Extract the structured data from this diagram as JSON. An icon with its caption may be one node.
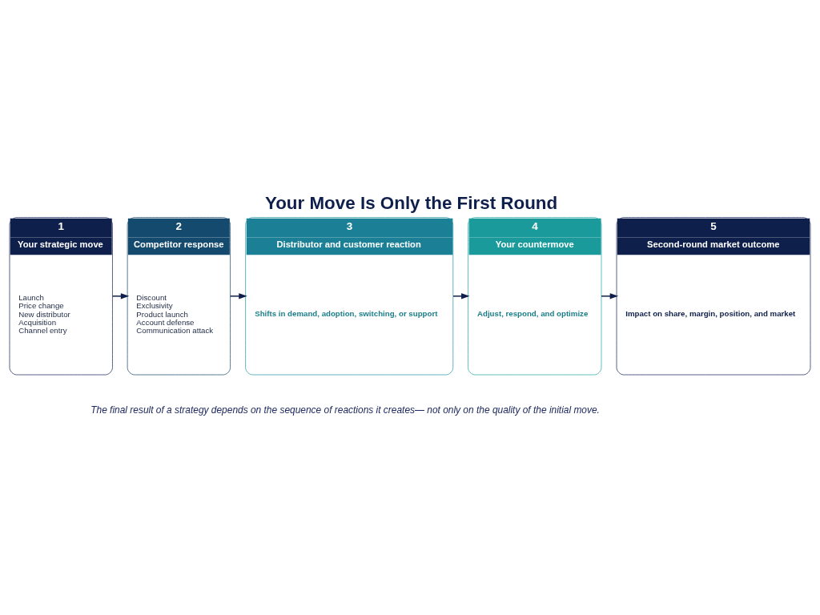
{
  "diagram": {
    "title": "Your Move Is Only the First Round",
    "caption": "The final result of a strategy depends on the sequence of reactions it creates— not only on the quality of the initial move.",
    "nodes": [
      {
        "text": [
          "1",
          "Your strategic move",
          "Launch",
          "Price change",
          "New distributor",
          "Acquisition",
          "Channel entry"
        ]
      },
      {
        "text": [
          "2",
          "Competitor response",
          "Discount",
          "Exclusivity",
          "Product launch",
          "Account defense",
          "Communication attack"
        ]
      },
      {
        "text": [
          "3",
          "Distributor and customer reaction",
          "Shifts in demand, adoption, switching, or support"
        ]
      },
      {
        "text": [
          "4",
          "Your countermove",
          "Adjust, respond, and optimize"
        ]
      },
      {
        "text": [
          "5",
          "Second-round market outcome",
          "Impact on share, margin, position, and market"
        ]
      }
    ],
    "edges": [
      {
        "from": 0,
        "to": 1,
        "arrow": "to"
      },
      {
        "from": 1,
        "to": 2,
        "arrow": "to"
      },
      {
        "from": 2,
        "to": 3,
        "arrow": "to"
      },
      {
        "from": 3,
        "to": 4,
        "arrow": "to"
      }
    ]
  }
}
